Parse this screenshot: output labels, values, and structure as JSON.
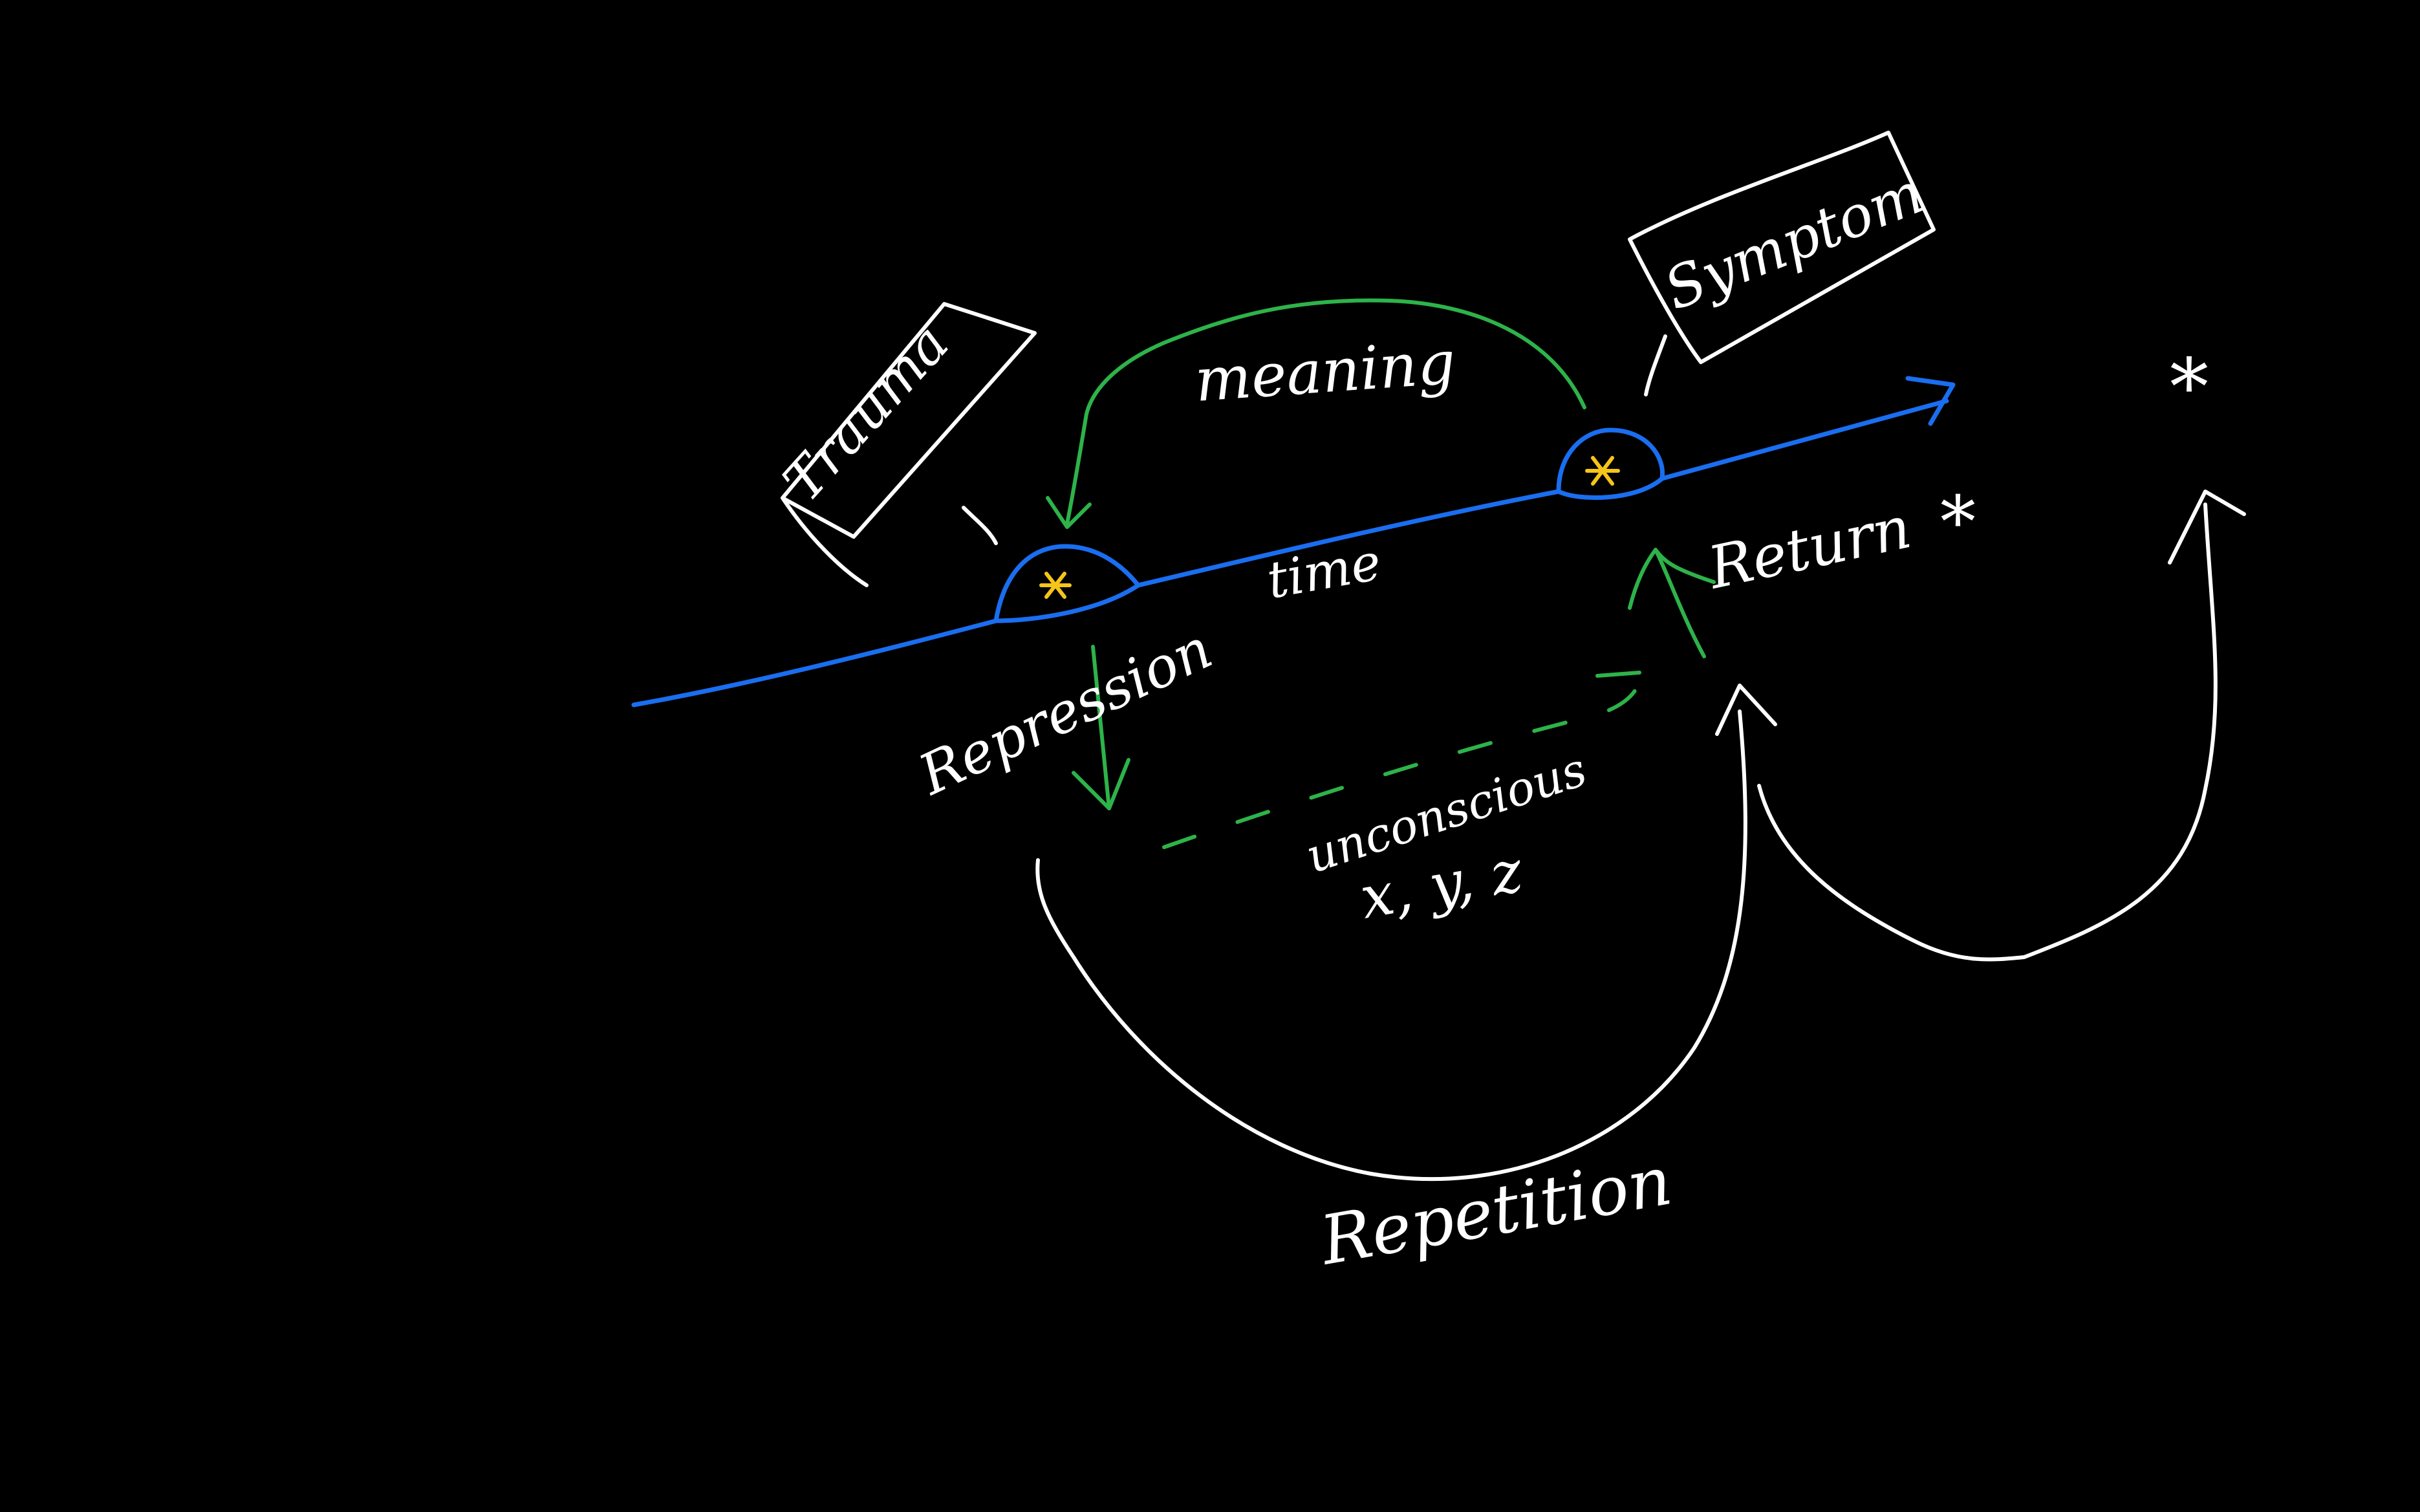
{
  "labels": {
    "trauma": "Trauma",
    "symptom": "Symptom",
    "meaning": "meaning",
    "time": "time",
    "repression": "Repression",
    "return": "Return",
    "unconscious": "unconscious",
    "unconscious_vars": "x, y, z",
    "repetition": "Repetition",
    "star_return": "*",
    "star_right": "*"
  },
  "colors": {
    "background": "#000000",
    "ink": "#ffffff",
    "timeline": "#1a6ef0",
    "arrows": "#2db34a",
    "event_marker": "#f5c518"
  }
}
